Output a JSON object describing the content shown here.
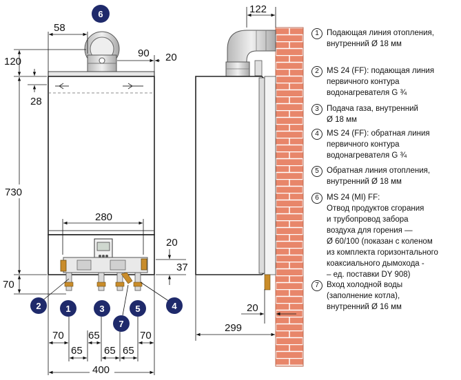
{
  "dimensions": {
    "d58": "58",
    "d120": "120",
    "d28": "28",
    "d730": "730",
    "d70_left": "70",
    "d90": "90",
    "d20_top": "20",
    "d280": "280",
    "d20_right": "20",
    "d37": "37",
    "d70_bottom_left": "70",
    "d65_a": "65",
    "d65_b": "65",
    "d65_c": "65",
    "d70_bottom_right": "70",
    "d400": "400",
    "d122": "122",
    "d20_side": "20",
    "d299": "299"
  },
  "badges": {
    "b6": "6",
    "b2": "2",
    "b1": "1",
    "b3": "3",
    "b7": "7",
    "b5": "5",
    "b4": "4"
  },
  "legend": [
    {
      "num": "1",
      "lines": [
        "Подающая линия отопления,",
        "внутренний Ø 18 мм"
      ]
    },
    {
      "num": "2",
      "lines": [
        "MS 24 (FF): подающая линия",
        "первичного контура",
        "водонагревателя G ¾"
      ]
    },
    {
      "num": "3",
      "lines": [
        "Подача газа, внутренний",
        "Ø 18 мм"
      ]
    },
    {
      "num": "4",
      "lines": [
        "MS 24 (FF): обратная линия",
        "первичного контура",
        "водонагревателя G ¾"
      ]
    },
    {
      "num": "5",
      "lines": [
        "Обратная линия отопления,",
        "внутренний Ø 18 мм"
      ]
    },
    {
      "num": "6",
      "lines": [
        "MS 24 (MI) FF:",
        "Отвод продуктов сгорания",
        "и трубопровод забора",
        "воздуха для горения —",
        "Ø 60/100 (показан с коленом",
        "из комплекта горизонтального",
        "коаксиального дымохода -",
        "– ед. поставки DY 908)"
      ]
    },
    {
      "num": "7",
      "lines": [
        "Вход холодной воды",
        "(заполнение котла),",
        "внутренний Ø 16 мм"
      ]
    }
  ],
  "colors": {
    "badge_fill": "#1f2a6b",
    "brick": "#e8866a",
    "mortar": "#ffffff",
    "boiler_face": "#ffffff",
    "boiler_side": "#dcdcdc",
    "flue": "#d9d9d9",
    "pipes": "#c98c2a"
  }
}
